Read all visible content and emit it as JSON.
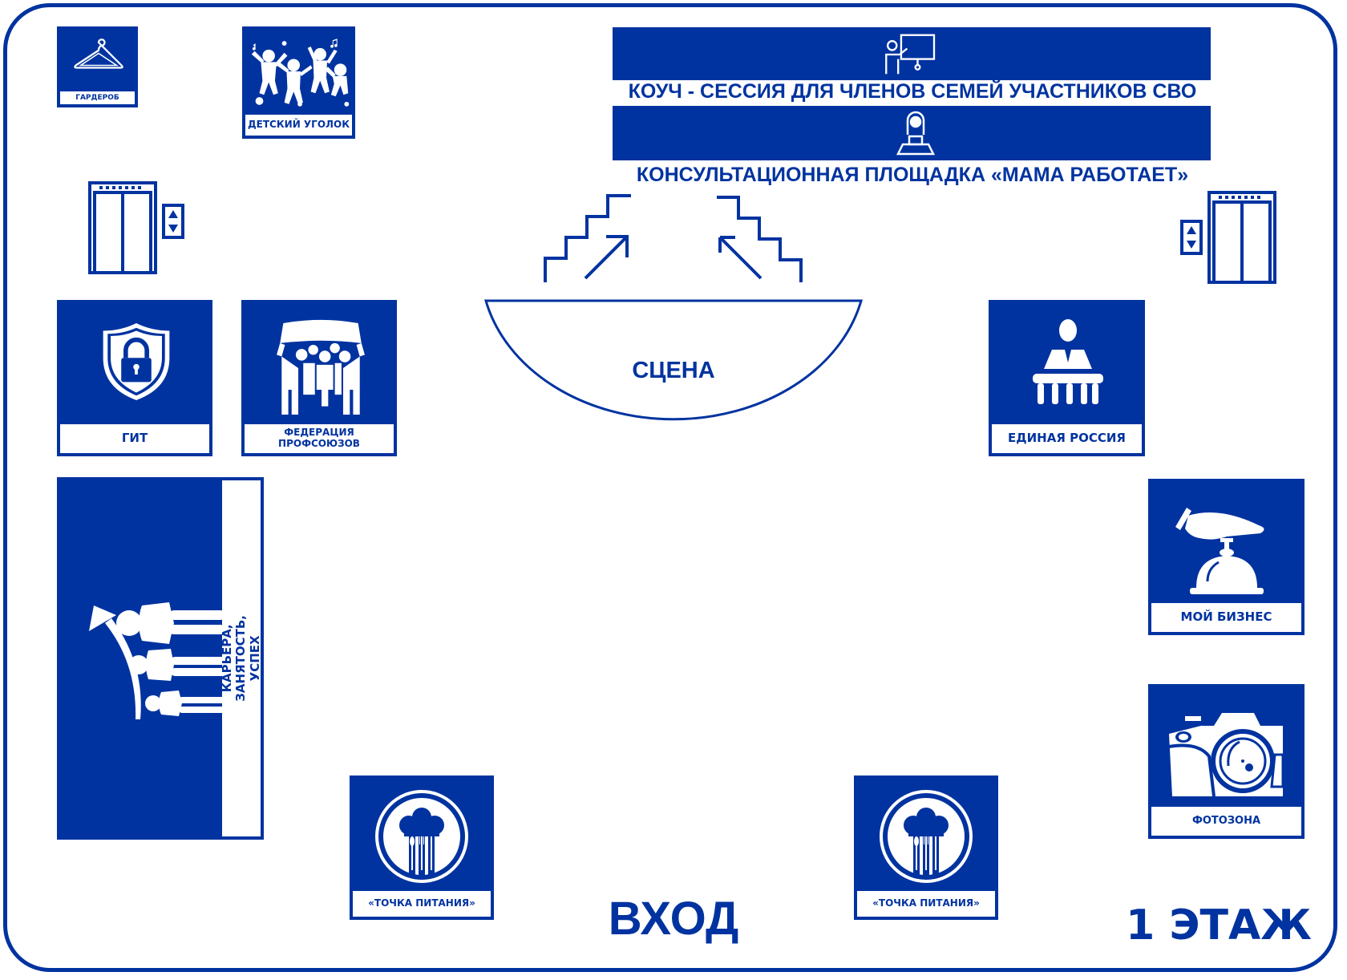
{
  "map": {
    "floor_label": "1 ЭТАЖ",
    "entrance_label": "ВХОД",
    "stage_label": "СЦЕНА",
    "brand_color": "#0033a0"
  },
  "top_zone": {
    "coach_session": "КОУЧ - СЕССИЯ ДЛЯ ЧЛЕНОВ СЕМЕЙ УЧАСТНИКОВ СВО",
    "consulting": "КОНСУЛЬТАЦИОННАЯ ПЛОЩАДКА «МАМА РАБОТАЕТ»"
  },
  "zones": {
    "wardrobe": "ГАРДЕРОБ",
    "kids_corner": "ДЕТСКИЙ УГОЛОК",
    "git": "ГИТ",
    "trade_unions": "ФЕДЕРАЦИЯ ПРОФСОЮЗОВ",
    "united_russia": "ЕДИНАЯ РОССИЯ",
    "my_business": "МОЙ БИЗНЕС",
    "photo_zone": "ФОТОЗОНА",
    "career": "КАРЬЕРА, ЗАНЯТОСТЬ, УСПЕХ",
    "food_left": "«ТОЧКА ПИТАНИЯ»",
    "food_right": "«ТОЧКА ПИТАНИЯ»"
  },
  "icons": {
    "wardrobe": "hanger-icon",
    "kids_corner": "children-icon",
    "git": "shield-lock-icon",
    "trade_unions": "crowd-banner-icon",
    "united_russia": "speaker-podium-icon",
    "my_business": "reception-bell-icon",
    "photo_zone": "camera-icon",
    "career": "career-growth-icon",
    "food": "chef-cutlery-icon",
    "coach": "presenter-icon",
    "consulting": "woman-laptop-icon",
    "elevator": "elevator-icon",
    "stairs": "stairs-icon"
  }
}
